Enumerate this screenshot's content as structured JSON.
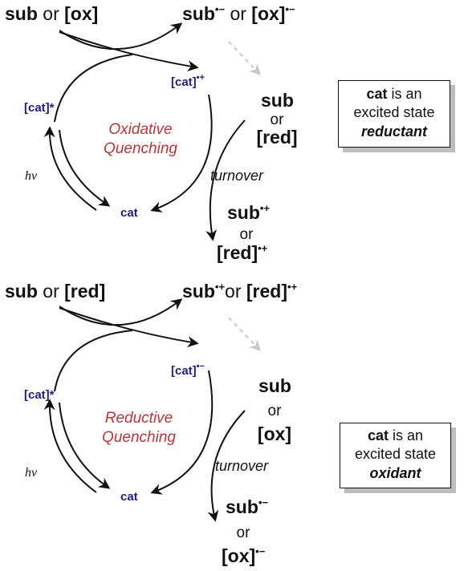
{
  "top": {
    "sub_or_ox": {
      "a": "sub",
      "or": "or",
      "b": "[ox]"
    },
    "product": {
      "a": "sub",
      "a_sup": "•−",
      "or": "or",
      "b": "[ox]",
      "b_sup": "•−"
    },
    "cat_oxidized": {
      "text": "[cat]",
      "sup": "•+"
    },
    "cat_excited": "[cat]*",
    "cat_ground": "cat",
    "quenching": {
      "line1": "Oxidative",
      "line2": "Quenching"
    },
    "hv": "hv",
    "turnover": "turnover",
    "donor": {
      "a": "sub",
      "or": "or",
      "b": "[red]"
    },
    "donor_product": {
      "a": "sub",
      "a_sup": "•+",
      "or": "or",
      "b": "[red]",
      "b_sup": "•+"
    },
    "box": {
      "bold": "cat",
      "rest1": " is an",
      "line2": "excited state",
      "line3": "reductant"
    }
  },
  "bottom": {
    "sub_or_red": {
      "a": "sub",
      "or": "or",
      "b": "[red]"
    },
    "product": {
      "a": "sub",
      "a_sup": "•+",
      "or": "or",
      "b": "[red]",
      "b_sup": "•+"
    },
    "cat_reduced": {
      "text": "[cat]",
      "sup": "•−"
    },
    "cat_excited": "[cat]*",
    "cat_ground": "cat",
    "quenching": {
      "line1": "Reductive",
      "line2": "Quenching"
    },
    "hv": "hv",
    "turnover": "turnover",
    "acceptor": {
      "a": "sub",
      "or": "or",
      "b": "[ox]"
    },
    "acceptor_product": {
      "a": "sub",
      "a_sup": "•−",
      "or": "or",
      "b": "[ox]",
      "b_sup": "•−"
    },
    "box": {
      "bold": "cat",
      "rest1": " is an",
      "line2": "excited state",
      "line3": "oxidant"
    }
  }
}
